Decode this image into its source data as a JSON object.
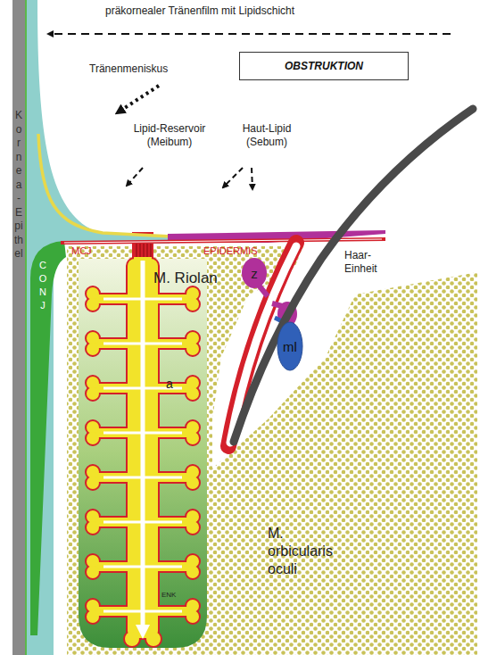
{
  "diagram": {
    "nodes": [
      {
        "text": [
          "OBSTRUKTION"
        ]
      },
      {
        "text": [
          "z"
        ]
      },
      {
        "text": [
          "ml"
        ]
      }
    ],
    "labels": [
      "präkornealer Tränenfilm mit Lipidschicht",
      "Tränenmeniskus",
      "Lipid-Reservoir (Meibum)",
      "Haut-Lipid (Sebum)",
      "Kornea-Epithel",
      "MCJ",
      "EPIDERMIS",
      "CONJ",
      "M. Riolan",
      "Haar-Einheit",
      "a",
      "ENK",
      "M. orbicularis oculi"
    ]
  }
}
